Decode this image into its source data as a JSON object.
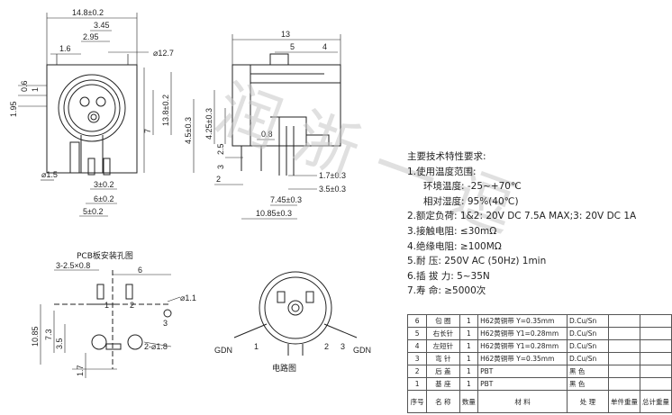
{
  "watermark": "润 浙 一 逗",
  "front_view": {
    "dims": [
      "14.8±0.2",
      "3.45",
      "2.95",
      "1.6",
      "0.6",
      "1",
      "1.95",
      "⌀12.7",
      "7",
      "13.8±0.2",
      "4.5±0.3",
      "⌀1.5",
      "3±0.2",
      "6±0.2",
      "5±0.2"
    ]
  },
  "side_view": {
    "dims": [
      "13",
      "5",
      "4",
      "4.25±0.3",
      "0.8",
      "2.5",
      "3",
      "2",
      "1.7±0.3",
      "3.5±0.3",
      "7.45±0.3",
      "10.85±0.3"
    ]
  },
  "pcb": {
    "title": "PCB板安装孔图",
    "dims": [
      "3-2.5×0.8",
      "6",
      "⌀1.1",
      "10.85",
      "7.3",
      "3.5",
      "1.7",
      "2-⌀1.8"
    ],
    "pin_labels": [
      "1",
      "2",
      "3"
    ]
  },
  "circuit": {
    "title": "电路图",
    "labels": [
      "GDN",
      "1",
      "2",
      "3",
      "GDN"
    ]
  },
  "specs": {
    "title": "主要技术特性要求:",
    "lines": [
      {
        "text": "1.使用温度范围:",
        "indent": false
      },
      {
        "text": "环境温度: -25~+70℃",
        "indent": true
      },
      {
        "text": "相对湿度: 95%(40℃)",
        "indent": true
      },
      {
        "text": "2.额定负荷: 1&2: 20V DC 7.5A MAX;3: 20V DC 1A",
        "indent": false
      },
      {
        "text": "3.接触电阻: ≤30mΩ",
        "indent": false
      },
      {
        "text": "4.绝缘电阻: ≥100MΩ",
        "indent": false
      },
      {
        "text": "5.耐    压: 250V AC (50Hz) 1min",
        "indent": false
      },
      {
        "text": "6.插 拔 力: 5~35N",
        "indent": false
      },
      {
        "text": "7.寿    命: ≥5000次",
        "indent": false
      }
    ]
  },
  "bom": {
    "rows": [
      [
        "6",
        "包 圈",
        "1",
        "H62黄铜带 Y=0.35mm",
        "D.Cu/Sn",
        "",
        ""
      ],
      [
        "5",
        "右长针",
        "1",
        "H62黄铜带 Y1=0.28mm",
        "D.Cu/Sn",
        "",
        ""
      ],
      [
        "4",
        "左短针",
        "1",
        "H62黄铜带 Y1=0.28mm",
        "D.Cu/Sn",
        "",
        ""
      ],
      [
        "3",
        "弯 针",
        "1",
        "H62黄铜带 Y=0.35mm",
        "D.Cu/Sn",
        "",
        ""
      ],
      [
        "2",
        "后 盖",
        "1",
        "PBT",
        "黑 色",
        "",
        ""
      ],
      [
        "1",
        "基 座",
        "1",
        "PBT",
        "黑 色",
        "",
        ""
      ]
    ],
    "headers": [
      "序号",
      "名 称",
      "数量",
      "材 料",
      "处 理",
      "单件重量",
      "总计重量"
    ]
  }
}
